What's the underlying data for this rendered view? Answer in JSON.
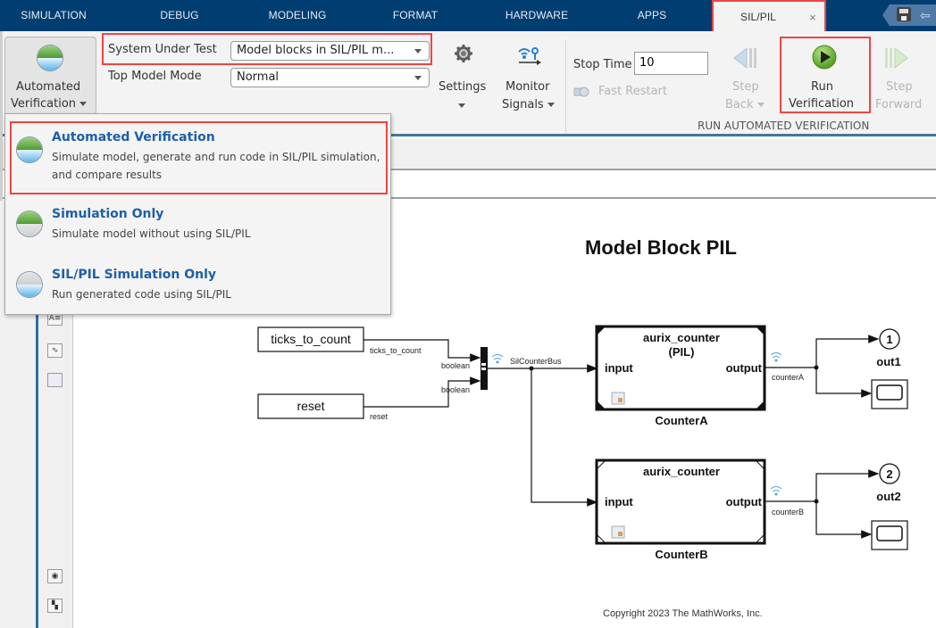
{
  "tabs": [
    {
      "label": "SIMULATION"
    },
    {
      "label": "DEBUG"
    },
    {
      "label": "MODELING"
    },
    {
      "label": "FORMAT"
    },
    {
      "label": "HARDWARE"
    },
    {
      "label": "APPS"
    },
    {
      "label": "SIL/PIL",
      "active": true,
      "close": "×"
    }
  ],
  "ribbon": {
    "automated_verification": {
      "line1": "Automated",
      "line2": "Verification"
    },
    "system_under_test": {
      "label": "System Under Test",
      "value": "Model blocks in SIL/PIL m..."
    },
    "top_model_mode": {
      "label": "Top Model Mode",
      "value": "Normal"
    },
    "settings": {
      "label": "Settings"
    },
    "monitor_signals": {
      "line1": "Monitor",
      "line2": "Signals"
    },
    "stop_time": {
      "label": "Stop Time",
      "value": "10"
    },
    "fast_restart": {
      "label": "Fast Restart"
    },
    "step_back": {
      "line1": "Step",
      "line2": "Back"
    },
    "run_verification": {
      "line1": "Run",
      "line2": "Verification"
    },
    "step_forward": {
      "line1": "Step",
      "line2": "Forward"
    },
    "section_label": "RUN AUTOMATED VERIFICATION"
  },
  "menu": {
    "items": [
      {
        "title": "Automated Verification",
        "desc1": "Simulate model, generate and run code in SIL/PIL simulation,",
        "desc2": "and compare results",
        "selected": true
      },
      {
        "title": "Simulation Only",
        "desc1": "Simulate model without using SIL/PIL"
      },
      {
        "title": "SIL/PIL Simulation Only",
        "desc1": "Run generated code using SIL/PIL"
      }
    ]
  },
  "diagram": {
    "title": "Model Block PIL",
    "copyright": "Copyright 2023 The MathWorks, Inc.",
    "inports": [
      {
        "name": "ticks_to_count",
        "signal": "ticks_to_count",
        "type": "boolean"
      },
      {
        "name": "reset",
        "signal": "reset",
        "type": "boolean"
      }
    ],
    "bus_signal": "SilCounterBus",
    "model_blocks": [
      {
        "model": "aurix_counter",
        "mode": "(PIL)",
        "input": "input",
        "output": "output",
        "name": "CounterA",
        "signal": "counterA"
      },
      {
        "model": "aurix_counter",
        "mode": "",
        "input": "input",
        "output": "output",
        "name": "CounterB",
        "signal": "counterB"
      }
    ],
    "outports": [
      {
        "number": "1",
        "name": "out1"
      },
      {
        "number": "2",
        "name": "out2"
      }
    ]
  }
}
